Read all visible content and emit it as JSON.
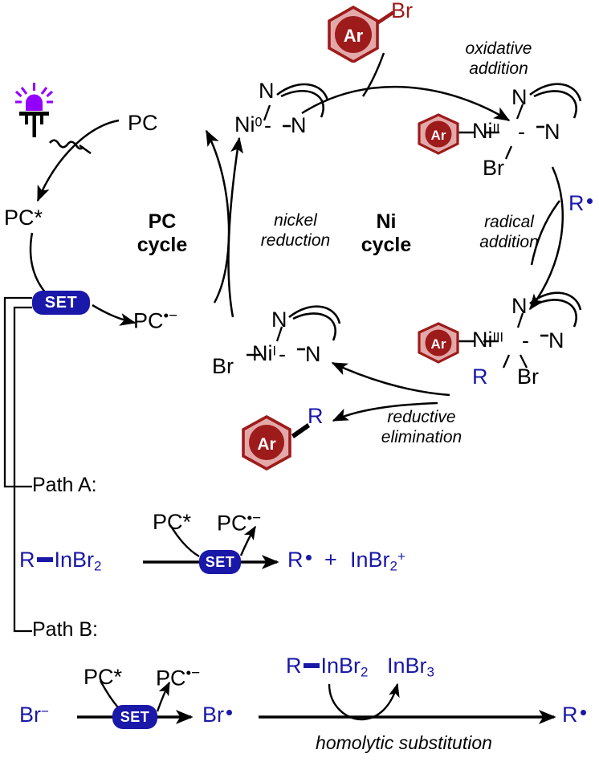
{
  "diagram": {
    "title": "Photoredox / nickel dual catalytic cycle with radical generation pathways",
    "colors": {
      "blue": "#1a18a8",
      "dark_red": "#9e1b1b",
      "light_red": "#e0a3a3",
      "purple_led": "#9400ff",
      "black": "#000000"
    }
  },
  "pc_cycle": {
    "center_line1": "PC",
    "center_line2": "cycle",
    "species_ground": "PC",
    "species_excited": "PC*",
    "species_radical_anion": "PC",
    "species_radical_anion_sup": "•−",
    "set_label": "SET",
    "light_source": "led-lamp"
  },
  "ni_cycle": {
    "center_line1": "Ni",
    "center_line2": "cycle",
    "steps": [
      {
        "name": "oxidative-addition",
        "line1": "oxidative",
        "line2": "addition"
      },
      {
        "name": "radical-addition",
        "line1": "radical",
        "line2": "addition"
      },
      {
        "name": "reductive-elimination",
        "line1": "reductive",
        "line2": "elimination"
      },
      {
        "name": "nickel-reduction",
        "line1": "nickel",
        "line2": "reduction"
      }
    ],
    "complex_ni0": {
      "metal": "Ni",
      "oxidation": "0",
      "dash": "-",
      "n_top": "N",
      "n_right": "N"
    },
    "complex_ni2": {
      "metal": "Ni",
      "oxidation": "II",
      "dash": "-",
      "aryl": "Ar",
      "halide": "Br",
      "n_top": "N",
      "n_right": "N"
    },
    "complex_ni3": {
      "metal": "Ni",
      "oxidation": "III",
      "dash": "-",
      "aryl": "Ar",
      "alkyl": "R",
      "halide": "Br",
      "n_top": "N",
      "n_right": "N"
    },
    "complex_ni1": {
      "metal": "Ni",
      "oxidation": "I",
      "dash": "-",
      "halide": "Br",
      "n_top": "N",
      "n_right": "N"
    }
  },
  "substrates": {
    "aryl_bromide": {
      "ring": "Ar",
      "halide": "Br"
    },
    "product": {
      "ring": "Ar",
      "group": "R"
    },
    "alkyl_radical": "R"
  },
  "path_a": {
    "label": "Path A:",
    "reactant": "R",
    "reactant_bonded": "InBr",
    "reactant_sub": "2",
    "donor": "PC*",
    "acceptor": "PC",
    "acceptor_sup": "•−",
    "set_label": "SET",
    "product_radical": "R",
    "plus": "+",
    "product_cation": "InBr",
    "product_cation_sub": "2",
    "product_cation_sup": "+"
  },
  "path_b": {
    "label": "Path B:",
    "reactant": "Br",
    "reactant_sup": "−",
    "donor": "PC*",
    "acceptor": "PC",
    "acceptor_sup": "•−",
    "set_label": "SET",
    "intermediate": "Br",
    "reagent": "R",
    "reagent_bonded": "InBr",
    "reagent_sub": "2",
    "byproduct": "InBr",
    "byproduct_sub": "3",
    "step_label": "homolytic substitution",
    "product": "R"
  }
}
